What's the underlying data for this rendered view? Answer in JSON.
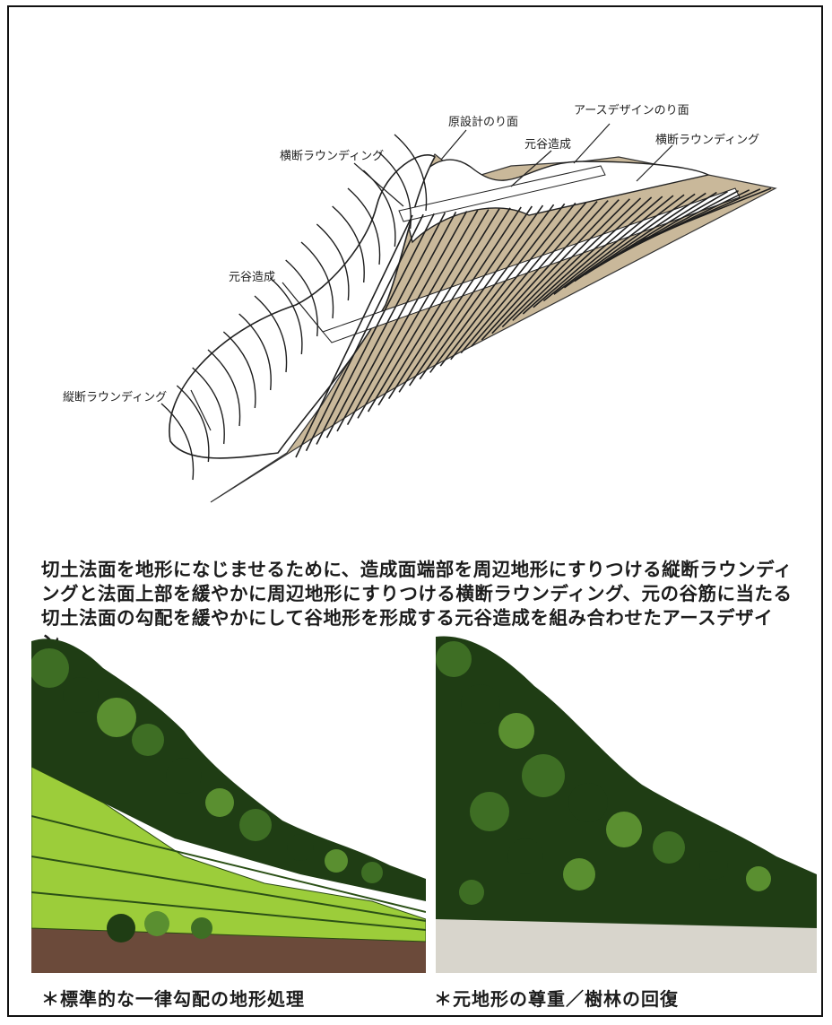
{
  "diagram": {
    "callouts": {
      "design_slope": "原設計のり面",
      "earth_design_slope": "アースデザインのり面",
      "valley_top": "元谷造成",
      "cross_round_left": "横断ラウンディング",
      "cross_round_right": "横断ラウンディング",
      "valley_mid": "元谷造成",
      "long_round": "縦断ラウンディング"
    },
    "colors": {
      "slope_fill": "#c9b89a",
      "line": "#1e1e1e"
    }
  },
  "caption": "切土法面を地形になじませるために、造成面端部を周辺地形にすりつける縦断ラウンディングと法面上部を緩やかに周辺地形にすりつける横断ラウンディング、元の谷筋に当たる切土法面の勾配を緩やかにして谷地形を形成する元谷造成を組み合わせたアースデザイン。",
  "illustrations": {
    "left_label": "＊標準的な一律勾配の地形処理",
    "right_label": "＊元地形の尊重／樹林の回復",
    "colors": {
      "forest_dark": "#1f3d14",
      "forest_mid": "#3e6e24",
      "grass": "#9ccd3a",
      "soil": "#6b4a3a"
    }
  }
}
